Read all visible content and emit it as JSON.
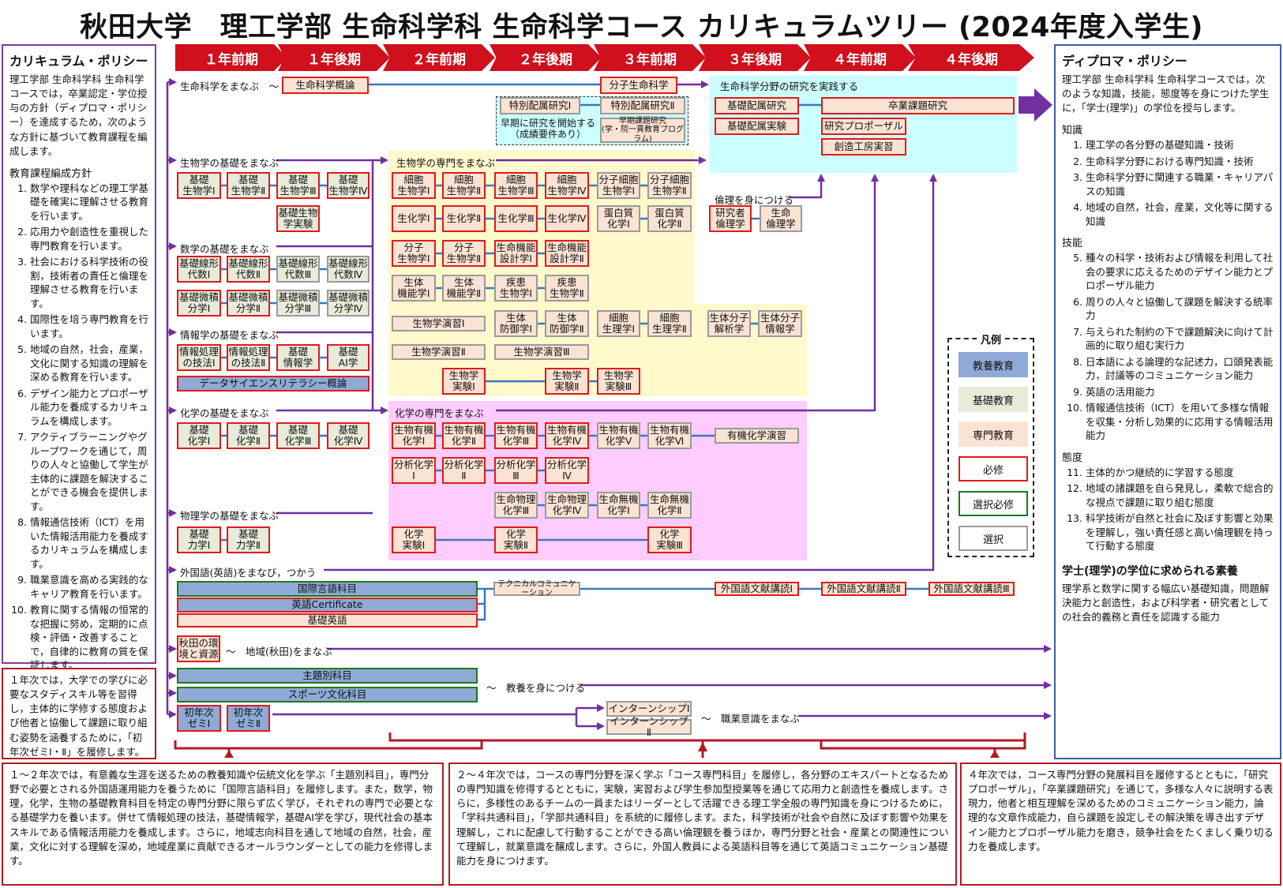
{
  "title": "秋田大学　理工学部 生命科学科 生命科学コース カリキュラムツリー (2024年度入学生)",
  "semesters": [
    "１年前期",
    "１年後期",
    "２年前期",
    "２年後期",
    "３年前期",
    "３年後期",
    "４年前期",
    "４年後期"
  ],
  "curriculum_policy": {
    "title": "カリキュラム・ポリシー",
    "intro": "理工学部 生命科学科 生命科学コースでは，卒業認定・学位授与の方針（ディプロマ・ポリシー）を達成するため，次のような方針に基づいて教育課程を編成します。",
    "subtitle": "教育課程編成方針",
    "items": [
      {
        "n": "1.",
        "t": "数学や理科などの理工学基礎を確実に理解させる教育を行います。"
      },
      {
        "n": "2.",
        "t": "応用力や創造性を重視した専門教育を行います。"
      },
      {
        "n": "3.",
        "t": "社会における科学技術の役割，技術者の責任と倫理を理解させる教育を行います。"
      },
      {
        "n": "4.",
        "t": "国際性を培う専門教育を行います。"
      },
      {
        "n": "5.",
        "t": "地域の自然，社会，産業，文化に関する知識の理解を深める教育を行います。"
      },
      {
        "n": "6.",
        "t": "デザイン能力とプロポーザル能力を養成するカリキュラムを構成します。"
      },
      {
        "n": "7.",
        "t": "アクティブラーニングやグループワークを通じて，周りの人々と協働して学生が主体的に課題を解決することができる機会を提供します。"
      },
      {
        "n": "8.",
        "t": "情報通信技術（ICT）を用いた情報活用能力を養成するカリキュラムを構成します。"
      },
      {
        "n": "9.",
        "t": "職業意識を高める実践的なキャリア教育を行います。"
      },
      {
        "n": "10.",
        "t": "教育に関する情報の恒常的な把握に努め，定期的に点検・評価・改善することで，自律的に教育の質を保証します。"
      }
    ]
  },
  "diploma_policy": {
    "title": "ディプロマ・ポリシー",
    "intro": "理工学部 生命科学科 生命科学コースでは，次のような知識，技能，態度等を身につけた学生に，「学士(理学)」の学位を授与します。",
    "sections": [
      {
        "name": "知識",
        "items": [
          {
            "n": "1.",
            "t": "理工学の各分野の基礎知識・技術"
          },
          {
            "n": "2.",
            "t": "生命科学分野における専門知識・技術"
          },
          {
            "n": "3.",
            "t": "生命科学分野に関連する職業・キャリアパスの知識"
          },
          {
            "n": "4.",
            "t": "地域の自然，社会，産業，文化等に関する知識"
          }
        ]
      },
      {
        "name": "技能",
        "items": [
          {
            "n": "5.",
            "t": "種々の科学・技術および情報を利用して社会の要求に応えるためのデザイン能力とプロポーザル能力"
          },
          {
            "n": "6.",
            "t": "周りの人々と協働して課題を解決する統率力"
          },
          {
            "n": "7.",
            "t": "与えられた制約の下で課題解決に向けて計画的に取り組む実行力"
          },
          {
            "n": "8.",
            "t": "日本語による論理的な記述力，口頭発表能力，討議等のコミュニケーション能力"
          },
          {
            "n": "9.",
            "t": "英語の活用能力"
          },
          {
            "n": "10.",
            "t": "情報通信技術（ICT）を用いて多様な情報を収集・分析し効果的に応用する情報活用能力"
          }
        ]
      },
      {
        "name": "態度",
        "items": [
          {
            "n": "11.",
            "t": "主体的かつ継続的に学習する態度"
          },
          {
            "n": "12.",
            "t": "地域の諸課題を自ら発見し，柔軟で総合的な視点で課題に取り組む態度"
          },
          {
            "n": "13.",
            "t": "科学技術が自然と社会に及ぼす影響と効果を理解し，強い責任感と高い倫理観を持って行動する態度"
          }
        ]
      }
    ],
    "bachelor_title": "学士(理学)の学位に求められる素養",
    "bachelor_text": "理学系と数学に関する幅広い基礎知識，問題解決能力と創造性，および科学者・研究者としての社会的義務と責任を認識する能力"
  },
  "labels": {
    "life_sci": "生命科学をまなぶ　～",
    "research": "生命科学分野の研究を実践する",
    "bio_basic": "生物学の基礎をまなぶ",
    "bio_spec": "生物学の専門をまなぶ",
    "math_basic": "数学の基礎をまなぶ",
    "info_basic": "情報学の基礎をまなぶ",
    "chem_basic": "化学の基礎をまなぶ",
    "chem_spec": "化学の専門をまなぶ",
    "phys_basic": "物理学の基礎をまなぶ",
    "ethics": "倫理を身につける",
    "early_research": "早期に研究を開始する\n（成績要件あり）",
    "foreign": "外国語(英語)をまなび，つかう",
    "region": "～　地域(秋田)をまなぶ",
    "culture": "～　教養を身につける",
    "career": "～　職業意識をまなぶ"
  },
  "legend": {
    "title": "凡例",
    "items": [
      "教養教育",
      "基礎教育",
      "専門教育",
      "必修",
      "選択必修",
      "選択"
    ]
  },
  "courses": {
    "c1": "生命科学概論",
    "c2": "分子生命科学",
    "c3": "特別配属研究Ⅰ",
    "c4": "特別配属研究Ⅱ",
    "c5": "早期課題研究\n(学・院一貫教育プログラム)",
    "c6": "基礎配属研究",
    "c7": "基礎配属実験",
    "c8": "卒業課題研究",
    "c9": "研究プロポーザル",
    "c10": "創造工房実習",
    "b1": "基礎\n生物学Ⅰ",
    "b2": "基礎\n生物学Ⅱ",
    "b3": "基礎\n生物学Ⅲ",
    "b4": "基礎\n生物学Ⅳ",
    "b5": "基礎生物\n学実験",
    "s1": "細胞\n生物学Ⅰ",
    "s2": "細胞\n生物学Ⅱ",
    "s3": "細胞\n生物学Ⅲ",
    "s4": "細胞\n生物学Ⅳ",
    "s5": "分子細胞\n生物学Ⅰ",
    "s6": "分子細胞\n生物学Ⅱ",
    "s7": "生化学Ⅰ",
    "s8": "生化学Ⅱ",
    "s9": "生化学Ⅲ",
    "s10": "生化学Ⅳ",
    "s11": "蛋白質\n化学Ⅰ",
    "s12": "蛋白質\n化学Ⅱ",
    "s13": "分子\n生物学Ⅰ",
    "s14": "分子\n生物学Ⅱ",
    "s15": "生命機能\n設計学Ⅰ",
    "s16": "生命機能\n設計学Ⅱ",
    "s17": "生体\n機能学Ⅰ",
    "s18": "生体\n機能学Ⅱ",
    "s19": "疾患\n生物学Ⅰ",
    "s20": "疾患\n生物学Ⅱ",
    "s21": "生物学演習Ⅰ",
    "s22": "生体\n防御学Ⅰ",
    "s23": "生体\n防御学Ⅱ",
    "s24": "細胞\n生理学Ⅰ",
    "s25": "細胞\n生理学Ⅱ",
    "s26": "生体分子\n解析学",
    "s27": "生体分子\n情報学",
    "s28": "生物学演習Ⅱ",
    "s29": "生物学演習Ⅲ",
    "s30": "生物学\n実験Ⅰ",
    "s31": "生物学\n実験Ⅱ",
    "s32": "生物学\n実験Ⅲ",
    "e1": "研究者\n倫理学",
    "e2": "生命\n倫理学",
    "m1": "基礎線形\n代数Ⅰ",
    "m2": "基礎線形\n代数Ⅱ",
    "m3": "基礎線形\n代数Ⅲ",
    "m4": "基礎線形\n代数Ⅳ",
    "m5": "基礎微積\n分学Ⅰ",
    "m6": "基礎微積\n分学Ⅱ",
    "m7": "基礎微積\n分学Ⅲ",
    "m8": "基礎微積\n分学Ⅳ",
    "i1": "情報処理\nの技法Ⅰ",
    "i2": "情報処理\nの技法Ⅱ",
    "i3": "基礎\n情報学",
    "i4": "基礎\nAI学",
    "i5": "データサイエンスリテラシー概論",
    "h1": "基礎\n化学Ⅰ",
    "h2": "基礎\n化学Ⅱ",
    "h3": "基礎\n化学Ⅲ",
    "h4": "基礎\n化学Ⅳ",
    "o1": "生物有機\n化学Ⅰ",
    "o2": "生物有機\n化学Ⅱ",
    "o3": "生物有機\n化学Ⅲ",
    "o4": "生物有機\n化学Ⅳ",
    "o5": "生物有機\n化学Ⅴ",
    "o6": "生物有機\n化学Ⅵ",
    "o7": "有機化学演習",
    "a1": "分析化学\nⅠ",
    "a2": "分析化学\nⅡ",
    "a3": "分析化学\nⅢ",
    "a4": "分析化学\nⅣ",
    "p1": "生命物理\n化学Ⅲ",
    "p2": "生命物理\n化学Ⅳ",
    "p3": "生命無機\n化学Ⅰ",
    "p4": "生命無機\n化学Ⅱ",
    "x1": "化学\n実験Ⅰ",
    "x2": "化学\n実験Ⅱ",
    "x3": "化学\n実験Ⅲ",
    "f1": "基礎\n力学Ⅰ",
    "f2": "基礎\n力学Ⅱ",
    "g1": "国際言語科目",
    "g2": "英語Certificate",
    "g3": "基礎英語",
    "g4": "テクニカルコミュニケーション",
    "g5": "外国語文献講読Ⅰ",
    "g6": "外国語文献講読Ⅱ",
    "g7": "外国語文献講読Ⅲ",
    "r1": "秋田の環\n境と資源",
    "k1": "主題別科目",
    "k2": "スポーツ文化科目",
    "z1": "初年次\nゼミⅠ",
    "z2": "初年次\nゼミⅡ",
    "j1": "インターンシップⅠ",
    "j2": "インターンシップⅡ"
  },
  "notes": {
    "first_year": "１年次では，大学での学びに必要なスタディスキル等を習得し，主体的に学修する態度および他者と協働して課題に取り組む姿勢を涵養するために，「初年次ゼミⅠ・Ⅱ」を履修します。",
    "years_1_2": "１～２年次では，有意義な生涯を送るための教養知識や伝統文化を学ぶ「主題別科目」，専門分野で必要とされる外国語運用能力を養うために「国際言語科目」を履修します。また，数学，物理，化学，生物の基礎教育科目を特定の専門分野に限らず広く学び，それぞれの専門で必要となる基礎学力を養います。併せて情報処理の技法，基礎情報学，基礎AI学を学び，現代社会の基本スキルである情報活用能力を養成します。さらに，地域志向科目を通して地域の自然，社会，産業，文化に対する理解を深め，地域産業に貢献できるオールラウンダーとしての能力を修得します。",
    "years_2_4": "２～４年次では，コースの専門分野を深く学ぶ「コース専門科目」を履修し，各分野のエキスパートとなるための専門知識を修得するとともに，実験，実習および学生参加型授業等を通じて応用力と創造性を養成します。さらに，多様性のあるチームの一員またはリーダーとして活躍できる理工学全般の専門知識を身につけるために，「学科共通科目」，「学部共通科目」を系統的に履修します。また，科学技術が社会や自然に及ぼす影響や効果を理解し，これに配慮して行動することができる高い倫理観を養うほか，専門分野と社会・産業との関連性について理解し，就業意識を醸成します。さらに，外国人教員による英語科目等を通じて英語コミュニケーション基礎能力を身につけます。",
    "year_4": "４年次では，コース専門分野の発展科目を履修するとともに，「研究プロポーザル」，「卒業課題研究」を通じて，多様な人々に説明する表現力，他者と相互理解を深めるためのコミュニケーション能力，論理的な文章作成能力，自ら課題を設定しその解決策を導き出すデザイン能力とプロポーザル能力を磨き，競争社会をたくましく乗り切る力を養成します。"
  },
  "colors": {
    "required": "#e01a1a",
    "elective_required": "#1a7a1a",
    "elective": "#9a9a9a",
    "liberal": "#8faad6",
    "basic": "#e6ebda",
    "specialized": "#fbe3d3",
    "arrow": "#7030a0",
    "line": "#3a78c0",
    "semester": "#d0101c"
  }
}
